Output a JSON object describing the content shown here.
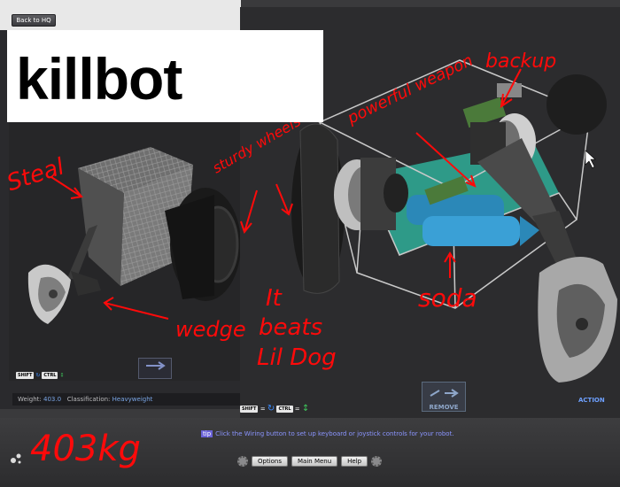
{
  "left_window": {
    "back_button": "Back to HQ",
    "status": {
      "weight_label": "Weight:",
      "weight_value": "403.0",
      "class_label": "Classification:",
      "class_value": "Heavyweight"
    }
  },
  "banner": {
    "title": "killbot"
  },
  "right_window": {
    "keys": {
      "shift": "SHIFT",
      "ctrl": "CTRL"
    },
    "remove_label": "REMOVE",
    "action_label": "ACTION"
  },
  "footer": {
    "tip_label": "tip",
    "tip_text": "Click the Wiring button to set up keyboard or joystick controls for your robot.",
    "buttons": [
      "Options",
      "Main Menu",
      "Help"
    ]
  },
  "annotations": {
    "steal": "Steal",
    "sturdy_wheels": "sturdy wheels",
    "wedge": "wedge",
    "it_beats": "It beats Lil Dog",
    "weight": "403kg",
    "backup": "backup",
    "powerful_weapon": "powerful weapon",
    "soda": "soda"
  },
  "colors": {
    "annotation": "#ff0a0a",
    "accent": "#6ea0ff",
    "banner_bg": "#ffffff"
  }
}
